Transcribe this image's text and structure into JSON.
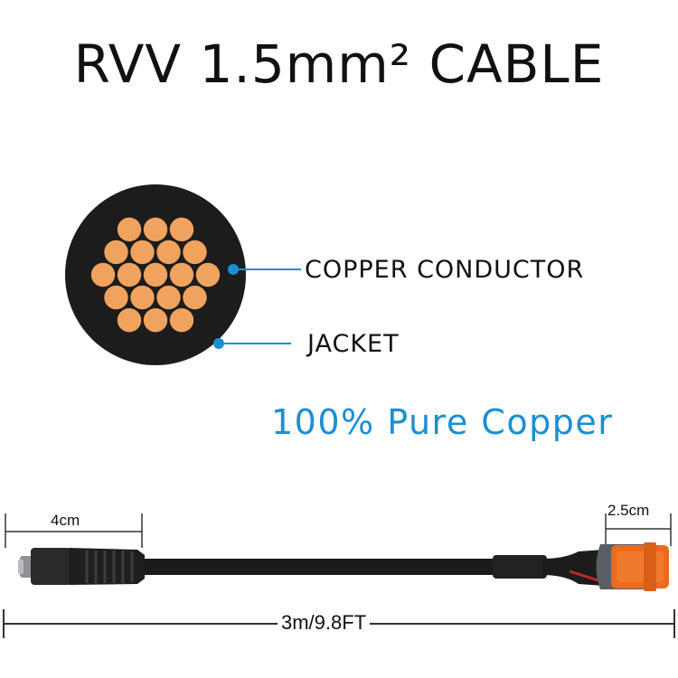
{
  "title": "RVV 1.5mm² CABLE",
  "labels": {
    "conductor": "COPPER CONDUCTOR",
    "jacket": "JACKET"
  },
  "subtitle": "100% Pure Copper",
  "dimensions": {
    "plug_length": "4cm",
    "connector_width": "2.5cm",
    "cable_length": "3m/9.8FT"
  },
  "colors": {
    "copper": "#f0a35e",
    "jacket": "#1c1c1c",
    "accent_blue": "#1b8fd2",
    "connector_orange": "#ec6a1e",
    "connector_grey": "#5a5d61"
  }
}
